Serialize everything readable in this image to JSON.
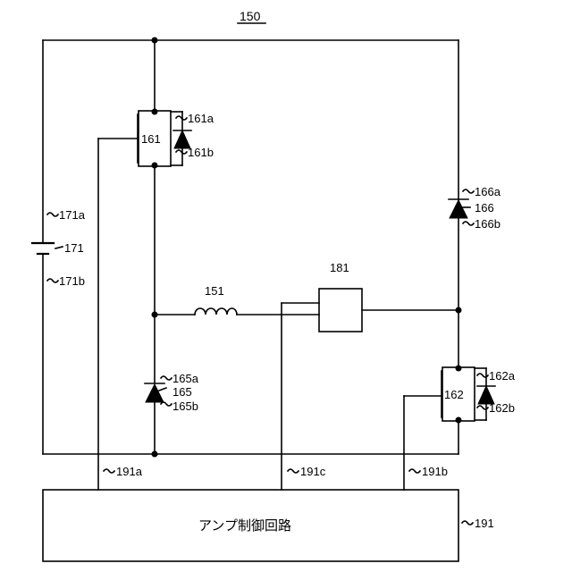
{
  "figure": {
    "title": "150"
  },
  "labels": {
    "lbl_161": "161",
    "lbl_161a": "161a",
    "lbl_161b": "161b",
    "lbl_162": "162",
    "lbl_162a": "162a",
    "lbl_162b": "162b",
    "lbl_165": "165",
    "lbl_165a": "165a",
    "lbl_165b": "165b",
    "lbl_166": "166",
    "lbl_166a": "166a",
    "lbl_166b": "166b",
    "lbl_171": "171",
    "lbl_171a": "171a",
    "lbl_171b": "171b",
    "lbl_151": "151",
    "lbl_181": "181",
    "lbl_191": "191",
    "lbl_191a": "191a",
    "lbl_191b": "191b",
    "lbl_191c": "191c"
  },
  "control_block": {
    "text": "アンプ制御回路"
  }
}
